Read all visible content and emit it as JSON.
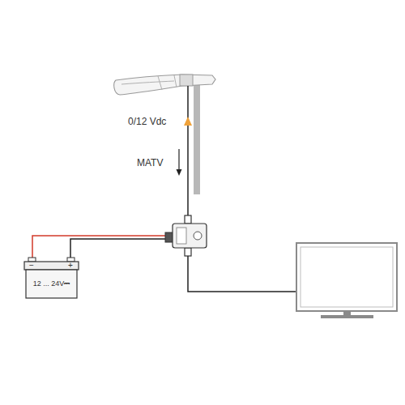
{
  "diagram": {
    "nodes": [
      {
        "text": [
          "12 ... 24V⎓"
        ]
      }
    ],
    "labels": [
      "0/12 Vdc",
      "MATV",
      "−",
      "+"
    ]
  }
}
